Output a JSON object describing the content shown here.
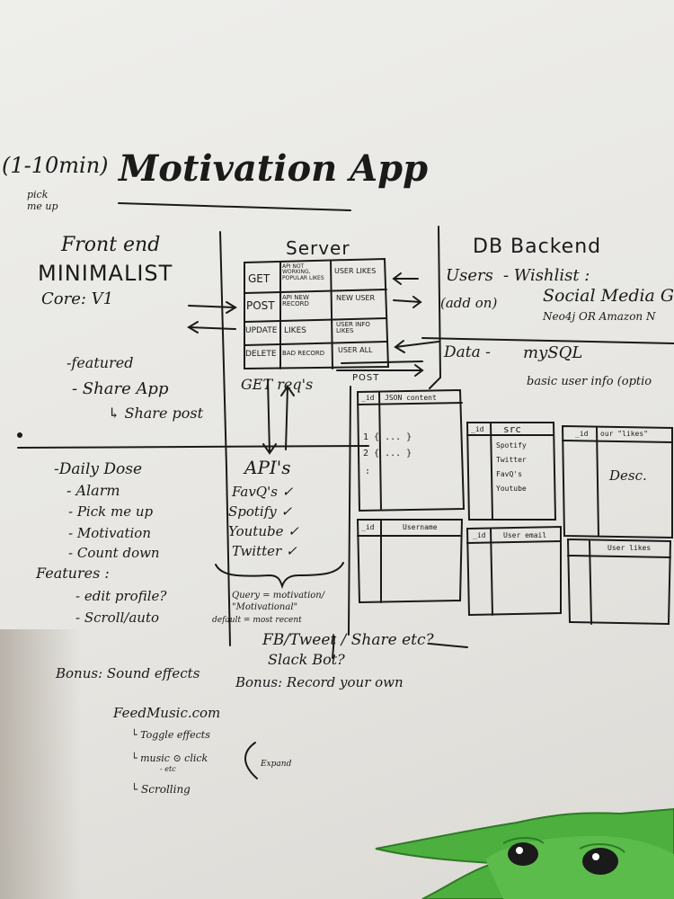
{
  "title": {
    "time": "(1-10min)",
    "note": "pick me up",
    "main": "Motivation App"
  },
  "frontend": {
    "heading": "Front end",
    "style": "MINIMALIST",
    "core": "Core: V1",
    "featured": "-featured",
    "share_app": "- Share App",
    "share_post": "↳ Share post"
  },
  "features_list": {
    "items": [
      "-Daily Dose",
      "- Alarm",
      "- Pick me up",
      "- Motivation",
      "- Count down"
    ],
    "features_label": "Features :",
    "sub_items": [
      "- edit profile?",
      "- Scroll/auto"
    ]
  },
  "server": {
    "heading": "Server",
    "table": [
      [
        "GET",
        "API NOT WORKING, POPULAR LIKES",
        "USER LIKES"
      ],
      [
        "POST",
        "API NEW RECORD",
        "NEW USER"
      ],
      [
        "UPDATE",
        "LIKES",
        "USER INFO LIKES"
      ],
      [
        "DELETE",
        "BAD RECORD",
        "USER ALL"
      ]
    ],
    "post_label": "POST",
    "get_reqs": "GET req's"
  },
  "apis": {
    "heading": "API's",
    "items": [
      "FavQ's ✓",
      "Spotify ✓",
      "Youtube ✓",
      "Twitter ✓"
    ],
    "query": "Query = motivation/ \"Motivational\"",
    "default": "default = most recent",
    "extras_1": "FB/Tweet / Share etc?",
    "extras_2": "Slack Bot?"
  },
  "db": {
    "heading": "DB Backend",
    "users": "Users",
    "wishlist": "- Wishlist :",
    "add_on": "(add on)",
    "social": "Social Media G",
    "neo": "Neo4j OR Amazon N",
    "data": "Data -",
    "mysql": "mySQL",
    "basic": "basic user info (optio",
    "t1_cols": [
      "_id",
      "JSON content"
    ],
    "t1_rows": [
      "1  { ... }",
      "2  { ... }",
      ":"
    ],
    "t2_cols": [
      "_id",
      "src"
    ],
    "t2_rows": [
      "Spotify",
      "Twitter",
      "FavQ's",
      "Youtube"
    ],
    "t3_cols": [
      "_id",
      "our \"likes\""
    ],
    "t3_desc": "Desc.",
    "t4_cols": [
      "_id",
      "Username"
    ],
    "t5_cols": [
      "_id",
      "User email"
    ],
    "t6_cols": [
      "User likes"
    ]
  },
  "bonus": {
    "left": "Bonus: Sound effects",
    "right": "Bonus: Record your own",
    "site": "FeedMusic.com",
    "toggle": "└ Toggle effects",
    "music": "└ music ⊙ click",
    "etc": "- etc",
    "scrolling": "└ Scrolling",
    "expand": "Expand"
  },
  "colors": {
    "board": "#e9e8e4",
    "ink": "#1a1a1a",
    "yoda_green": "#4caf3e"
  }
}
